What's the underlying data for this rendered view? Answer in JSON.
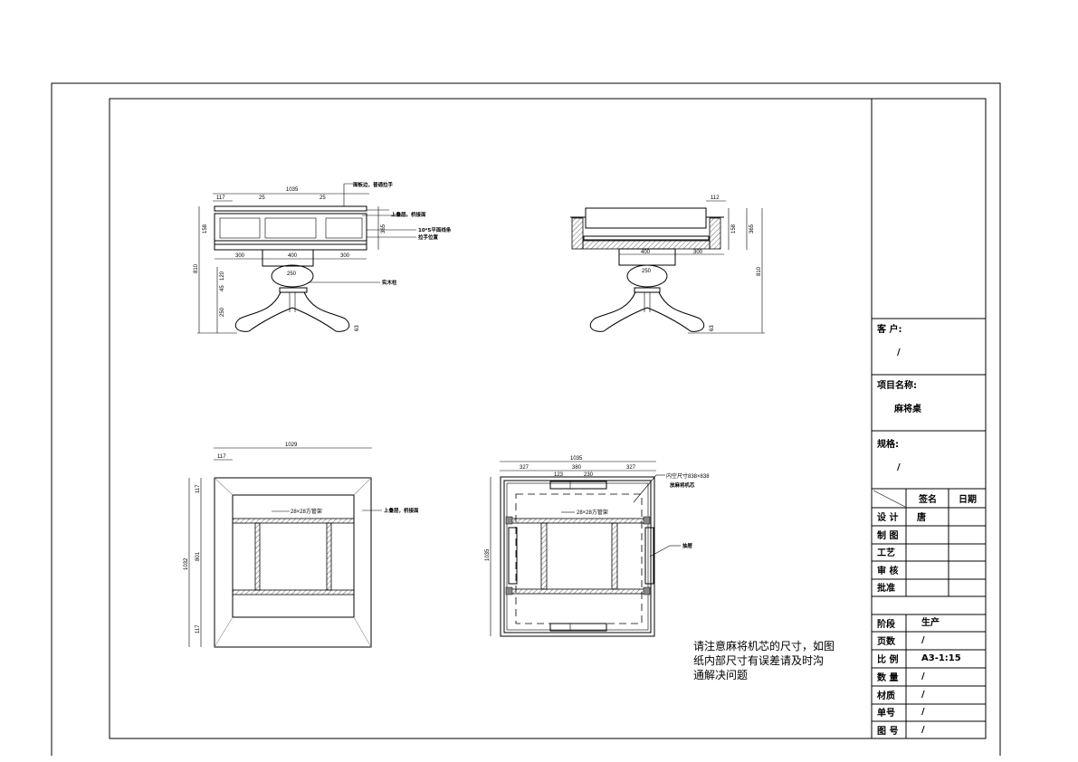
{
  "drawing": {
    "front_view": {
      "dims": [
        "1035",
        "117",
        "25",
        "25",
        "300",
        "400",
        "300",
        "250",
        "810",
        "365",
        "158",
        "120",
        "45",
        "250",
        "63"
      ],
      "labels": [
        "面板边，普通拉手",
        "上叠层，桥接面",
        "10*5平面线条",
        "拉手位置",
        "实木柱"
      ]
    },
    "side_view": {
      "dims": [
        "112",
        "158",
        "365",
        "400",
        "300",
        "250",
        "810",
        "63"
      ]
    },
    "plan_top": {
      "dims": [
        "1029",
        "117",
        "1032",
        "801",
        "117",
        "117"
      ],
      "labels": [
        "28×28方管架",
        "上叠层，桥接面"
      ]
    },
    "plan_inner": {
      "dims": [
        "1035",
        "327",
        "380",
        "327",
        "123",
        "230",
        "1035"
      ],
      "labels": [
        "内空尺寸838×838",
        "放麻将机芯",
        "28×28方管架",
        "抽屉"
      ]
    },
    "note_lines": [
      "请注意麻将机芯的尺寸，如图",
      "纸内部尺寸有误差请及时沟",
      "通解决问题"
    ]
  },
  "title_block": {
    "client_label": "客 户:",
    "client_value": "/",
    "project_label": "项目名称:",
    "project_value": "麻将桌",
    "spec_label": "规格:",
    "spec_value": "/",
    "sign_header": "签名",
    "date_header": "日期",
    "sign_rows": [
      {
        "label": "设 计",
        "sign": "唐"
      },
      {
        "label": "制 图",
        "sign": ""
      },
      {
        "label": "工艺",
        "sign": ""
      },
      {
        "label": "审 核",
        "sign": ""
      },
      {
        "label": "批准",
        "sign": ""
      }
    ],
    "info_rows": [
      {
        "label": "阶段",
        "value": "生产"
      },
      {
        "label": "页数",
        "value": "/"
      },
      {
        "label": "比 例",
        "value": "A3-1:15"
      },
      {
        "label": "数 量",
        "value": "/"
      },
      {
        "label": "材质",
        "value": "/"
      },
      {
        "label": "单号",
        "value": "/"
      },
      {
        "label": "图 号",
        "value": "/"
      }
    ]
  }
}
